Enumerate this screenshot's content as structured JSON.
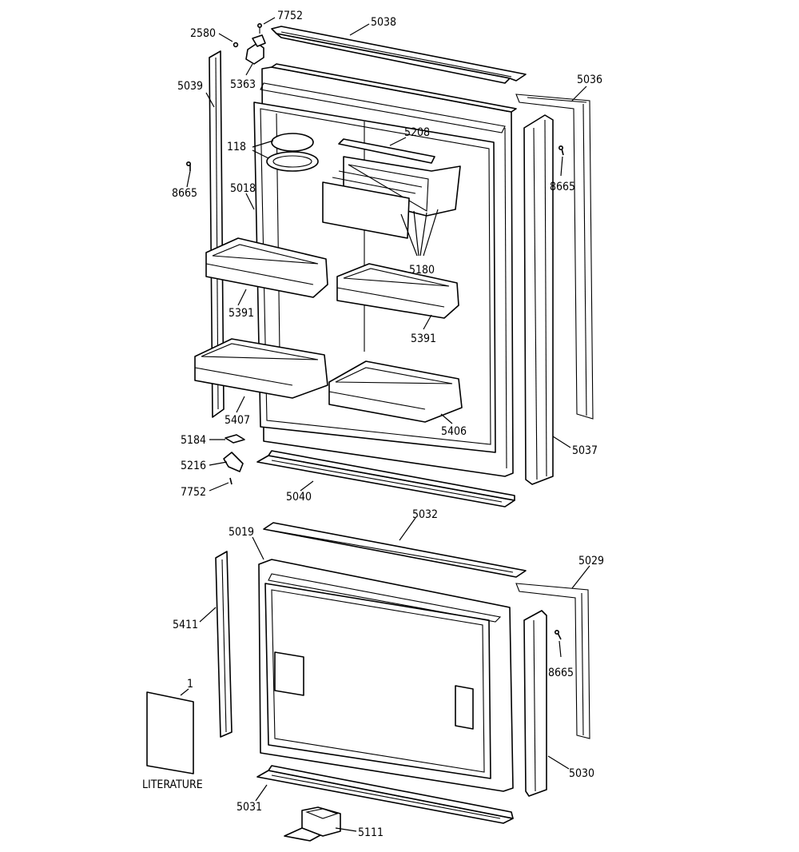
{
  "diagram": {
    "labels": {
      "p2580": "2580",
      "p7752_top": "7752",
      "p5038": "5038",
      "p5363": "5363",
      "p5039": "5039",
      "p5036": "5036",
      "p118": "118",
      "p5208": "5208",
      "p8665_left": "8665",
      "p8665_right": "8665",
      "p5018": "5018",
      "p5180": "5180",
      "p5391_left": "5391",
      "p5391_right": "5391",
      "p5407": "5407",
      "p5406": "5406",
      "p5037": "5037",
      "p5184": "5184",
      "p5216": "5216",
      "p7752_bottom": "7752",
      "p5040": "5040",
      "p5032": "5032",
      "p5019": "5019",
      "p5029": "5029",
      "p5411": "5411",
      "p8665_lower": "8665",
      "p1": "1",
      "literature": "LITERATURE",
      "p5030": "5030",
      "p5031": "5031",
      "p5111": "5111"
    }
  }
}
